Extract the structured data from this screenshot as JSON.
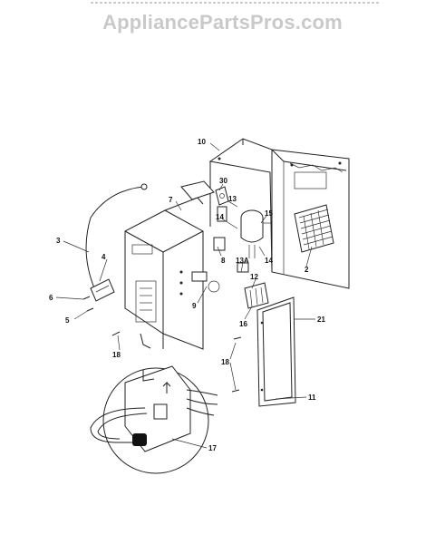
{
  "watermark": "AppliancePartsPros.com",
  "part_callouts": {
    "c10": "10",
    "c7": "7",
    "c30": "30",
    "c13": "13",
    "c14a": "14",
    "c15": "15",
    "c14b": "14",
    "c3": "3",
    "c4": "4",
    "c8": "8",
    "c13a": "13A",
    "c12": "12",
    "c2": "2",
    "c6": "6",
    "c5": "5",
    "c9": "9",
    "c16": "16",
    "c21": "21",
    "c18a": "18",
    "c18b": "18",
    "c11": "11",
    "c17": "17"
  },
  "colors": {
    "line": "#222222",
    "watermark": "#c9c9c9"
  }
}
